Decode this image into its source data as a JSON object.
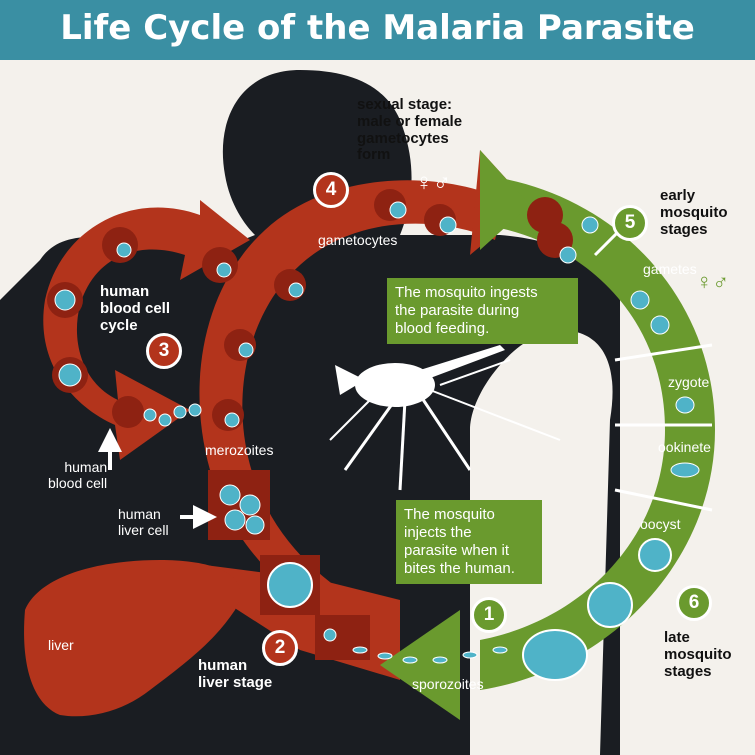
{
  "title": "Life Cycle of the Malaria Parasite",
  "stages": {
    "stage1_number": "1",
    "stage2_number": "2",
    "stage3_number": "3",
    "stage4_number": "4",
    "stage5_number": "5",
    "stage6_number": "6"
  },
  "labels": {
    "sexual_stage_line1": "sexual stage:",
    "sexual_stage_line2": "male or female",
    "sexual_stage_line3": "gametocytes",
    "sexual_stage_line4": "form",
    "gender_symbols": "♀♂",
    "gametes_symbols": "♀♂",
    "gametocytes": "gametocytes",
    "early_mosquito_line1": "early",
    "early_mosquito_line2": "mosquito",
    "early_mosquito_line3": "stages",
    "gametes": "gametes",
    "zygote": "zygote",
    "ookinete": "ookinete",
    "oocyst": "oocyst",
    "late_mosquito_line1": "late",
    "late_mosquito_line2": "mosquito",
    "late_mosquito_line3": "stages",
    "sporozoites": "sporozoites",
    "human_liver_stage_line1": "human",
    "human_liver_stage_line2": "liver stage",
    "liver": "liver",
    "human_liver_cell_line1": "human",
    "human_liver_cell_line2": "liver cell",
    "human_blood_cell_line1": "human",
    "human_blood_cell_line2": "blood cell",
    "merozoites": "merozoites",
    "blood_cycle_line1": "human",
    "blood_cycle_line2": "blood cell",
    "blood_cycle_line3": "cycle"
  },
  "boxes": {
    "ingests_line1": "The mosquito ingests",
    "ingests_line2": "the parasite during",
    "ingests_line3": "blood feeding.",
    "injects_line1": "The mosquito",
    "injects_line2": "injects the",
    "injects_line3": "parasite when it",
    "injects_line4": "bites the human."
  },
  "colors": {
    "title_bar": "#3a8fa3",
    "human_stage_red": "#b3341c",
    "mosquito_stage_green": "#6a9a2e",
    "silhouette": "#1a1d22",
    "parasite_cyan": "#4fb3c8"
  }
}
